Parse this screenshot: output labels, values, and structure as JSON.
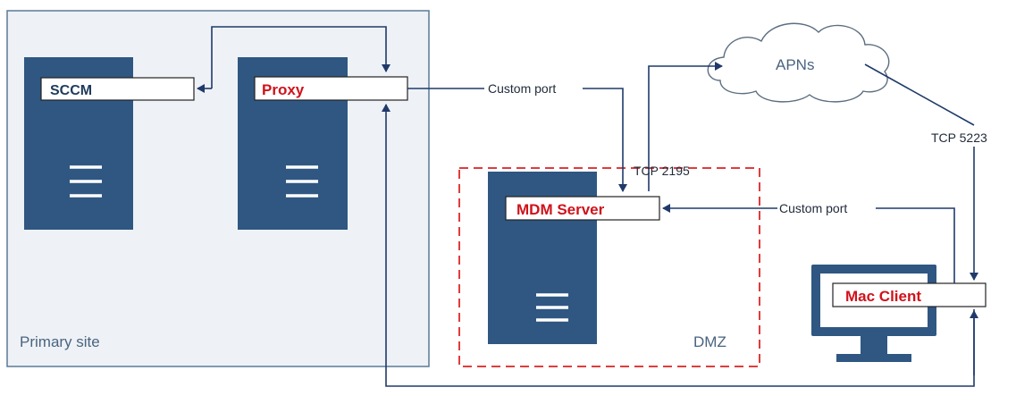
{
  "diagram": {
    "nodes": {
      "sccm": "SCCM",
      "proxy": "Proxy",
      "mdm_server": "MDM Server",
      "mac_client": "Mac Client",
      "apns": "APNs"
    },
    "areas": {
      "primary_site": "Primary site",
      "dmz": "DMZ"
    },
    "connections": {
      "proxy_to_mdm": "Custom port",
      "mdm_to_apns": "TCP 2195",
      "apns_to_client": "TCP 5223",
      "client_to_mdm": "Custom port"
    },
    "colors": {
      "server": "#2f5782",
      "accent_red": "#d0121b",
      "dmz_border": "#e03c3c",
      "wire": "#1f3a6a"
    }
  }
}
